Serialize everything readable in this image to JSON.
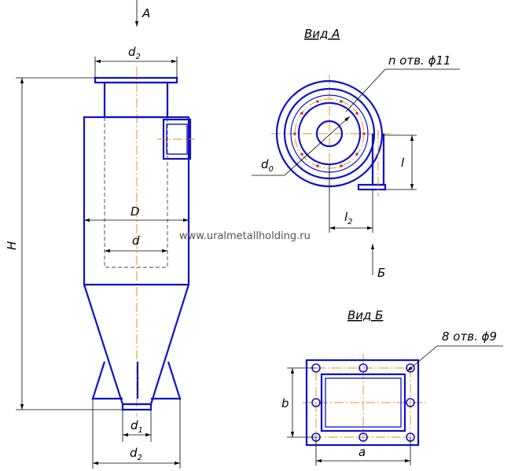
{
  "labels": {
    "view_a_arrow": "А",
    "view_b_arrow": "Б",
    "view_a_title": "Вид А",
    "view_b_title": "Вид Б",
    "d2_main": "d",
    "d2_main_sub": "2",
    "d2_bottom": "d",
    "d2_bottom_sub": "2",
    "d1": "d",
    "d1_sub": "1",
    "D": "D",
    "d": "d",
    "H": "H",
    "d0": "d",
    "d0_sub": "0",
    "l": "l",
    "l2": "l",
    "l2_sub": "2",
    "a": "a",
    "b": "b",
    "holes_a": "n отв. ϕ11",
    "holes_b": "8 отв. ϕ9"
  },
  "watermark": "www.uralmetallholding.ru",
  "colors": {
    "outline": "#1010c8",
    "axis": "#e8881c",
    "dimension": "#000000"
  }
}
